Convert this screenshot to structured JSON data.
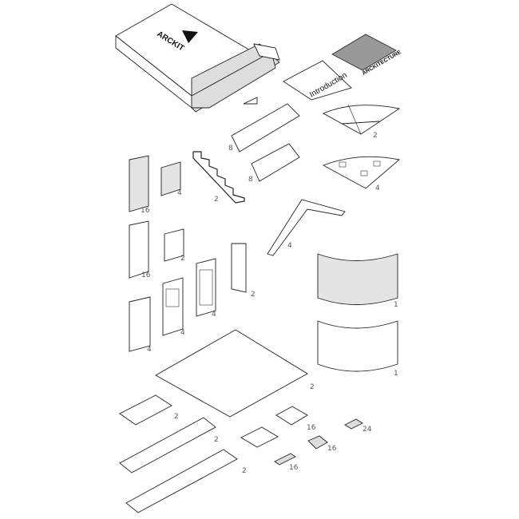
{
  "box": {
    "brand": "ARCKIT"
  },
  "booklets": {
    "intro": "Introduction",
    "architecture": "ARCKITECTURE"
  },
  "quantities": {
    "quarter_floor": "2",
    "roof_slab_a": "8",
    "roof_slab_b": "8",
    "quarter_base": "4",
    "glass_tall": "16",
    "glass_small": "4",
    "stairs": "2",
    "corner_beam": "4",
    "panel_tall": "16",
    "panel_small": "2",
    "column": "2",
    "curved_glass": "1",
    "curved_panel": "1",
    "door_frame": "4",
    "window_panel": "4",
    "window_tall": "4",
    "large_base": "2",
    "base_small": "2",
    "base_medium": "2",
    "base_long": "2",
    "tile": "16",
    "connector": "24",
    "corner_connector": "16",
    "strip_connector": "16"
  }
}
